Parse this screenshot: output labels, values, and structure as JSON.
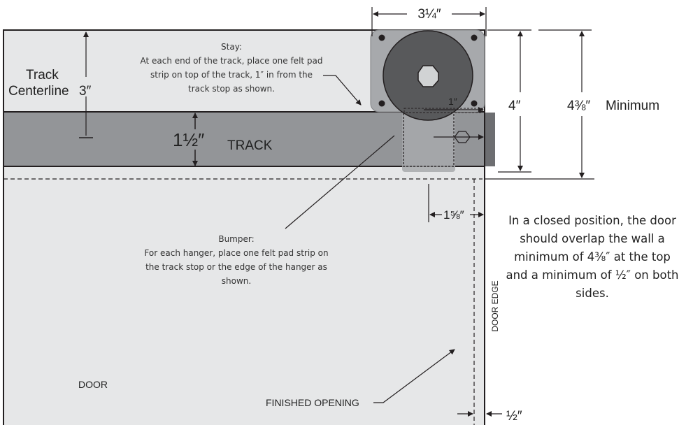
{
  "labels": {
    "track_centerline_1": "Track",
    "track_centerline_2": "Centerline",
    "dim_3in": "3″",
    "dim_1_5in": "1½″",
    "track": "TRACK",
    "dim_3_25in": "3¼″",
    "dim_1in": "1″",
    "dim_4in": "4″",
    "dim_4_375in": "4⅜″",
    "minimum": "Minimum",
    "dim_1_625in": "1⅝″",
    "dim_0_5in": "½″",
    "door": "DOOR",
    "finished_opening": "FINISHED OPENING",
    "door_edge": "DOOR EDGE"
  },
  "stay_note": {
    "title": "Stay:",
    "line1": "At each end of the track, place one felt pad",
    "line2": "strip on top of the track, 1″ in from the",
    "line3": "track stop as shown."
  },
  "bumper_note": {
    "title": "Bumper:",
    "line1": "For each hanger, place one felt pad strip on",
    "line2": "the track stop or the edge of the hanger as",
    "line3": "shown."
  },
  "side_note": "In a closed position, the door should overlap the wall a minimum of 4⅜″ at the top and a minimum of ½″ on both sides.",
  "colors": {
    "wall": "#e6e7e8",
    "track": "#939598",
    "hanger": "#a7a9ac",
    "wheel": "#58595b",
    "line": "#231f20"
  }
}
